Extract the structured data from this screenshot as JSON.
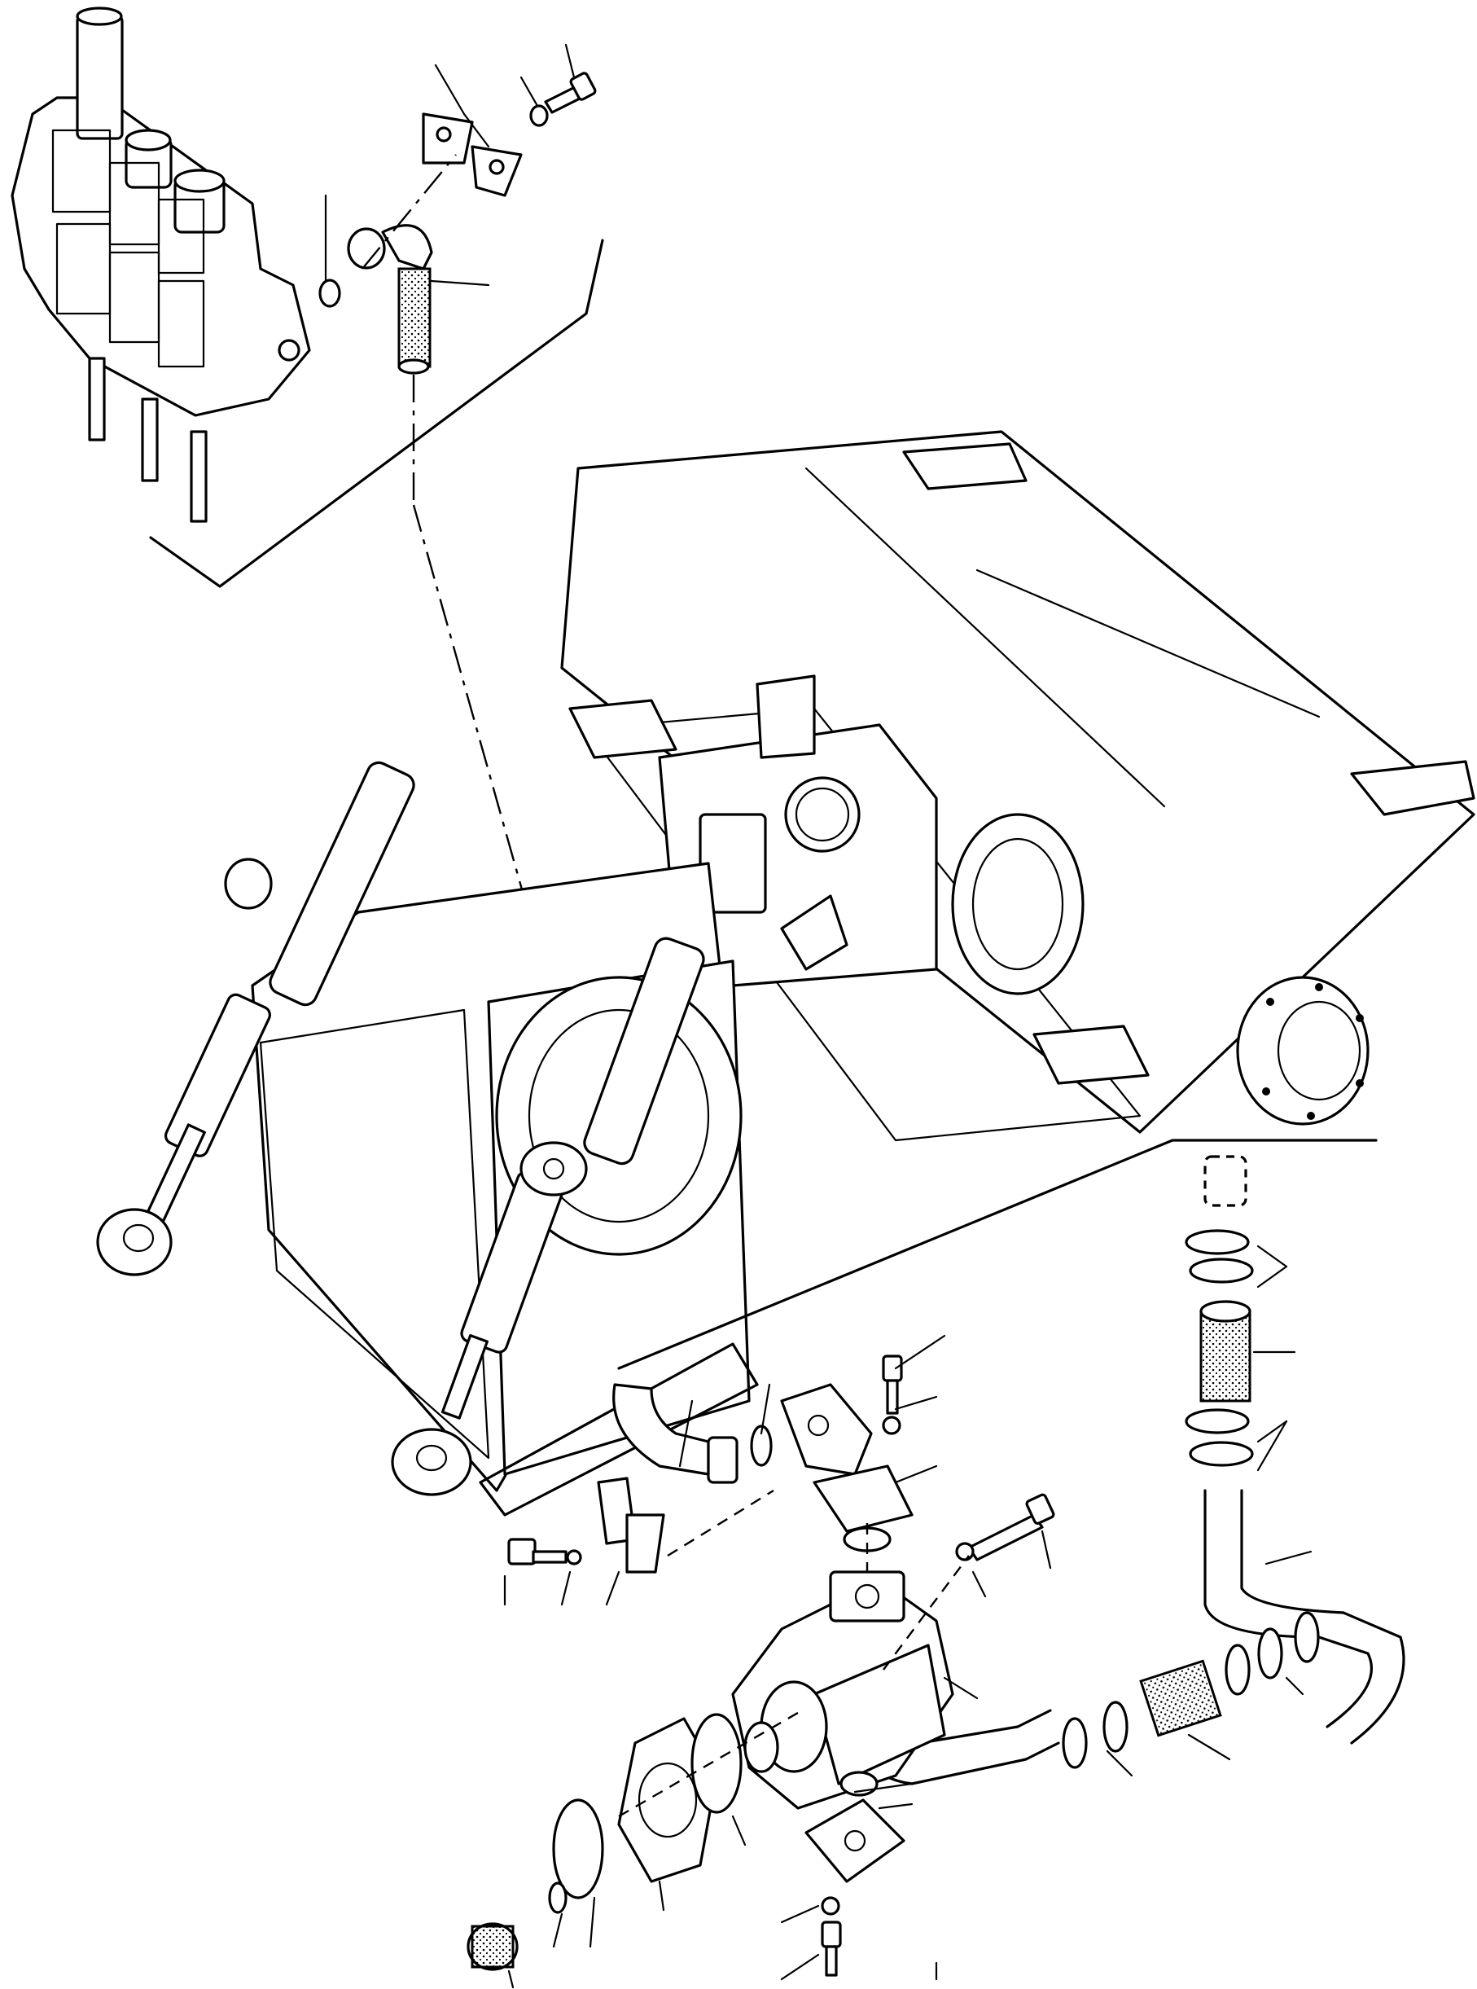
{
  "figure": {
    "kind": "exploded-parts-diagram",
    "description_visible_text": [],
    "leader_callouts_without_numbers": true
  },
  "colors": {
    "ink": "#000000",
    "paper": "#ffffff"
  },
  "assemblies": [
    {
      "id": "control-valve",
      "icon": "valve-block"
    },
    {
      "id": "chassis-frame",
      "icon": "frame"
    },
    {
      "id": "hydraulic-tank",
      "icon": "tank"
    },
    {
      "id": "lift-cylinder-left",
      "icon": "cylinder"
    },
    {
      "id": "lift-cylinder-right",
      "icon": "cylinder"
    },
    {
      "id": "hydraulic-pump",
      "icon": "pump"
    },
    {
      "id": "suction-hose",
      "icon": "hose"
    },
    {
      "id": "return-hose",
      "icon": "hose"
    },
    {
      "id": "axle-hub",
      "icon": "hub"
    }
  ]
}
